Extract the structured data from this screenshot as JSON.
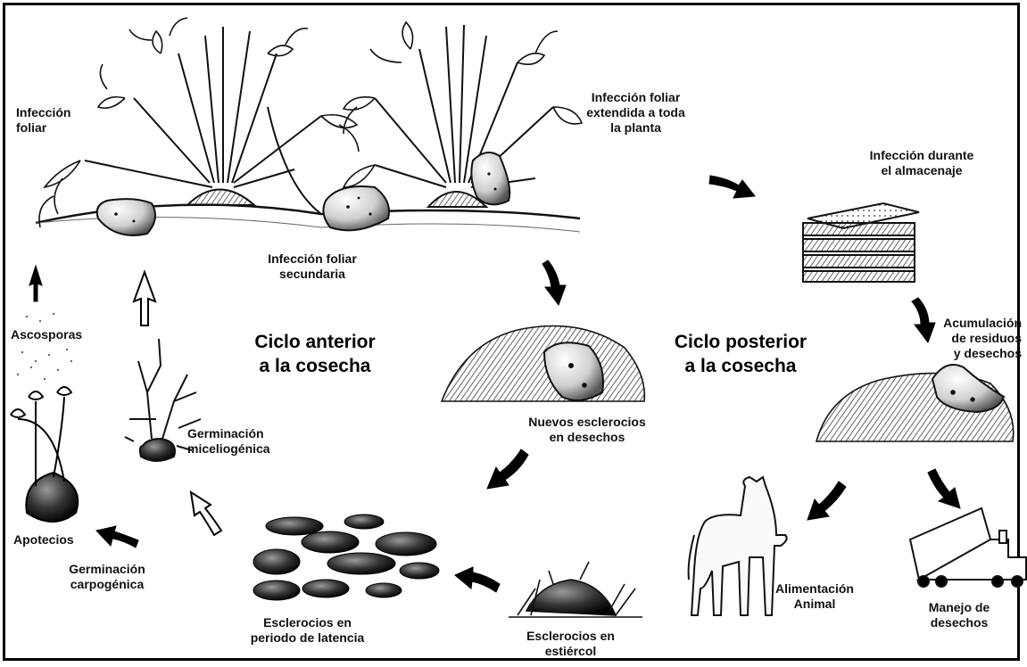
{
  "cycles": {
    "pre_harvest": "Ciclo anterior\na la cosecha",
    "post_harvest": "Ciclo posterior\na la cosecha"
  },
  "labels": {
    "foliar_infection": "Infección\nfoliar",
    "extended_infection": "Infección foliar\nextendida a toda\nla planta",
    "storage_infection": "Infección durante\nel almacenaje",
    "secondary_infection": "Infección foliar\nsecundaria",
    "ascospores": "Ascosporas",
    "new_sclerotia": "Nuevos esclerocios\nen desechos",
    "accumulation": "Acumulación\nde residuos\ny desechos",
    "myceliogenic": "Germinación\nmiceliogénica",
    "apothecia": "Apotecios",
    "carpogenic": "Germinación\ncarpogénica",
    "dormant_sclerotia": "Esclerocios en\nperiodo de latencia",
    "manure_sclerotia": "Esclerocios en\nestiércol",
    "animal_feed": "Alimentación\nAnimal",
    "waste_handling": "Manejo de\ndesechos"
  },
  "icons": [
    "carrot-plant-icon",
    "crate-icon",
    "debris-pile-icon",
    "sclerotia-icon",
    "apothecia-icon",
    "mycelium-icon",
    "manure-icon",
    "horse-icon",
    "truck-icon",
    "arrow-icon"
  ]
}
